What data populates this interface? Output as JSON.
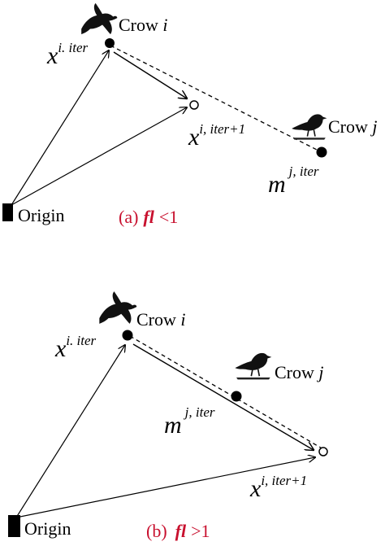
{
  "panels": [
    {
      "crow_i_prefix": "Crow ",
      "crow_i_index": "i",
      "crow_j_prefix": "Crow ",
      "crow_j_index": "j",
      "x_base": "x",
      "x_current_sup": "i. iter",
      "x_next_sup": "i, iter+1",
      "m_base": "m",
      "m_sup": "j, iter",
      "origin": "Origin",
      "caption_tag": "(a)",
      "caption_var": "fl",
      "caption_cond": "<1"
    },
    {
      "crow_i_prefix": "Crow ",
      "crow_i_index": "i",
      "crow_j_prefix": "Crow ",
      "crow_j_index": "j",
      "x_base": "x",
      "x_current_sup": "i. iter",
      "x_next_sup": "i, iter+1",
      "m_base": "m",
      "m_sup": "j, iter",
      "origin": "Origin",
      "caption_tag": "(b)",
      "caption_var": "fl",
      "caption_cond": ">1"
    }
  ],
  "colors": {
    "line": "#000000",
    "caption": "#c8102e"
  }
}
